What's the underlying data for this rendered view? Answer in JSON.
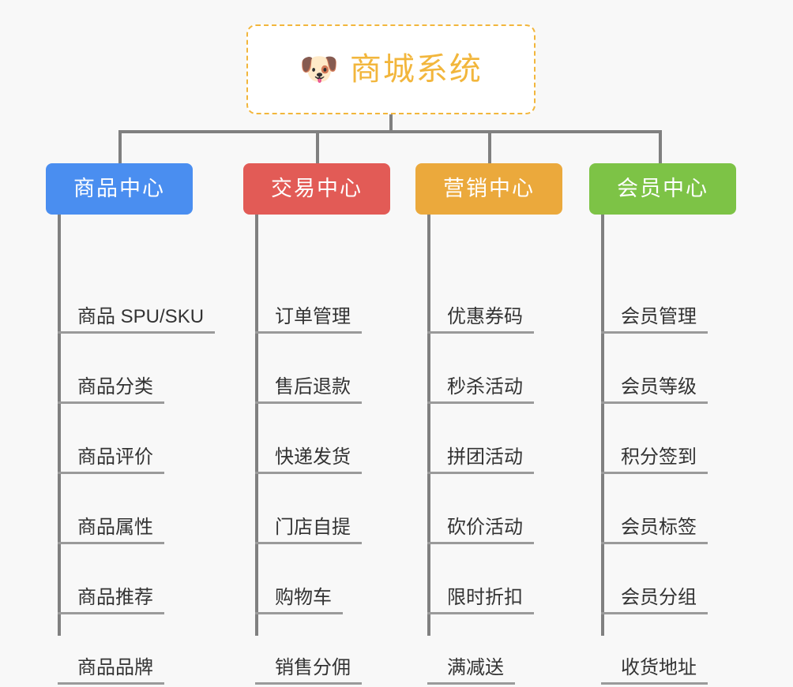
{
  "background_color": "#f8f8f8",
  "root": {
    "icon": "shiba-dog-face-icon",
    "emoji": "🐶",
    "title": "商城系统",
    "border_color": "#f2b63c",
    "text_color": "#f2b63c",
    "fill_color": "#ffffff"
  },
  "connector_color": "#808080",
  "rule_color": "#9a9a9a",
  "columns": [
    {
      "header": "商品中心",
      "color": "#4a8ef0",
      "items": [
        "商品 SPU/SKU",
        "商品分类",
        "商品评价",
        "商品属性",
        "商品推荐",
        "商品品牌"
      ]
    },
    {
      "header": "交易中心",
      "color": "#e25b56",
      "items": [
        "订单管理",
        "售后退款",
        "快递发货",
        "门店自提",
        "购物车",
        "销售分佣"
      ]
    },
    {
      "header": "营销中心",
      "color": "#eba93c",
      "items": [
        "优惠券码",
        "秒杀活动",
        "拼团活动",
        "砍价活动",
        "限时折扣",
        "满减送"
      ]
    },
    {
      "header": "会员中心",
      "color": "#7dc346",
      "items": [
        "会员管理",
        "会员等级",
        "积分签到",
        "会员标签",
        "会员分组",
        "收货地址"
      ]
    }
  ]
}
